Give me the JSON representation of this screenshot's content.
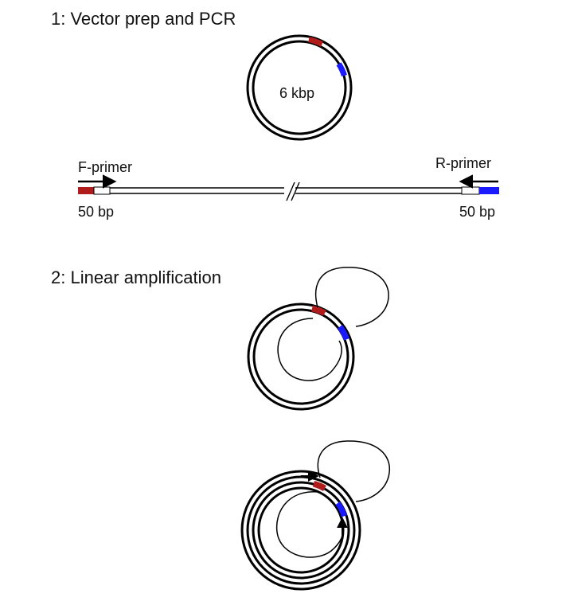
{
  "colors": {
    "insert": "#b01c1c",
    "marker": "#1a1aff",
    "line": "#000000",
    "background": "#ffffff"
  },
  "step1": {
    "title": "1: Vector prep and PCR",
    "plasmid_label": "6 kbp",
    "f_primer_label": "F-primer",
    "r_primer_label": "R-primer",
    "left_overhang_label": "50 bp",
    "right_overhang_label": "50 bp"
  },
  "step2": {
    "title": "2: Linear amplification"
  }
}
